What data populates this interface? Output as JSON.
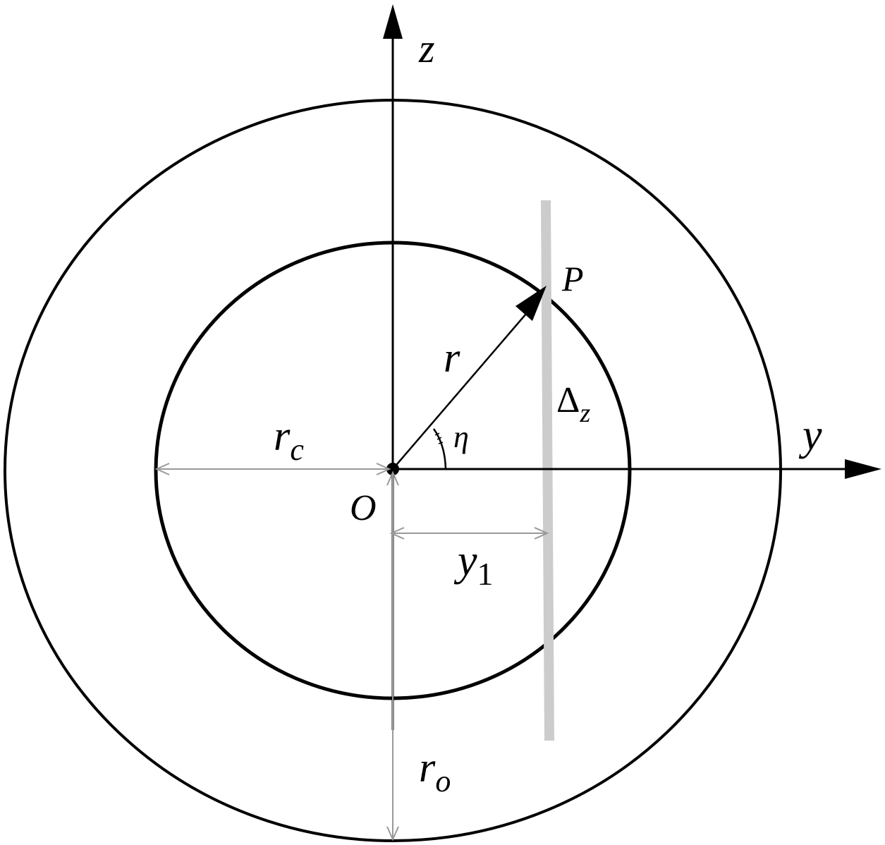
{
  "labels": {
    "z_axis": "z",
    "y_axis": "y",
    "origin": "O",
    "point": "P",
    "radius": "r",
    "angle": "η",
    "core_radius_main": "r",
    "core_radius_sub": "c",
    "outer_radius_main": "r",
    "outer_radius_sub": "o",
    "offset_main": "y",
    "offset_sub": "1",
    "delta_main": "Δ",
    "delta_sub": "z"
  },
  "colors": {
    "stroke": "#000000",
    "dimension": "#999999",
    "strip": "#cccccc",
    "background": "#ffffff"
  }
}
